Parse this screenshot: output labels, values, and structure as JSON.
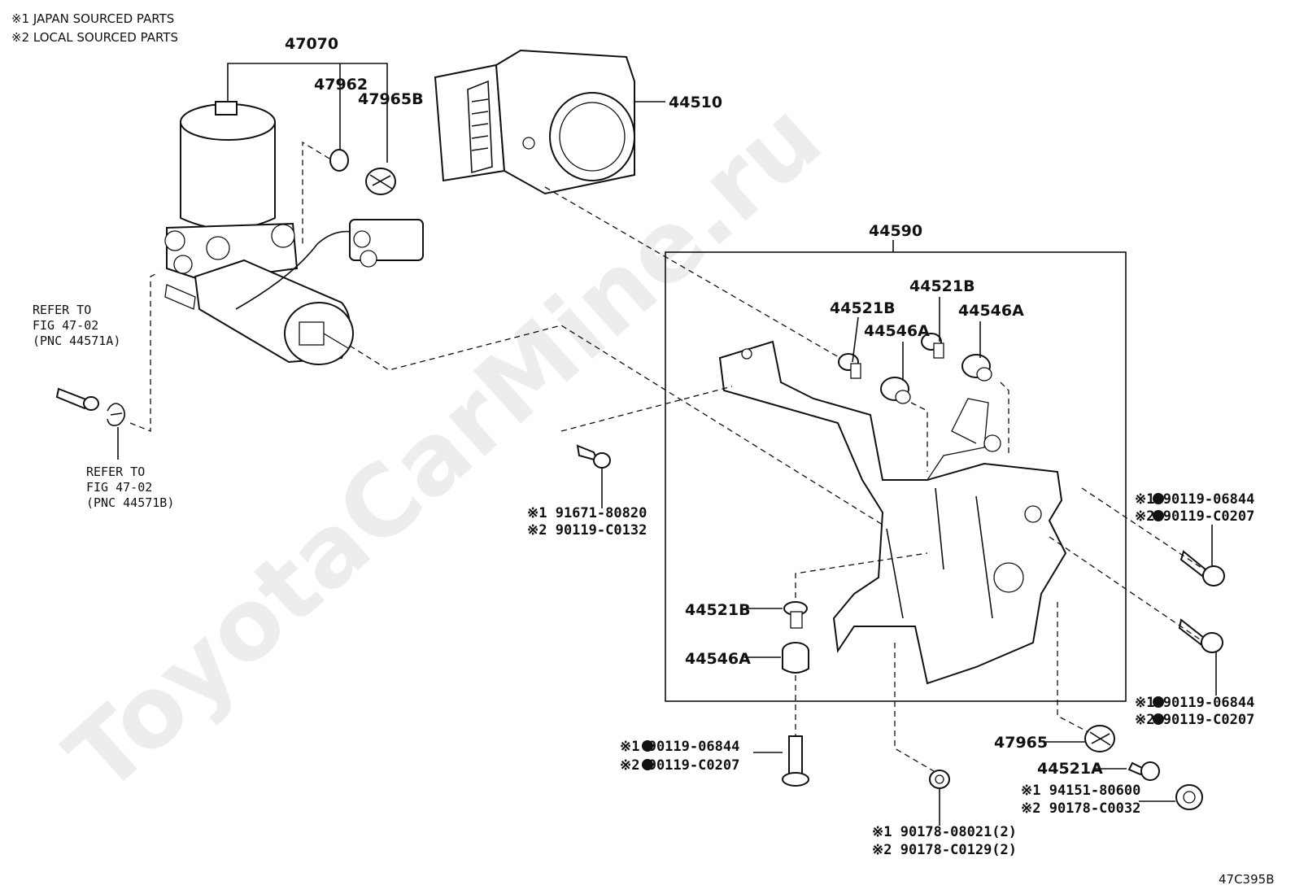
{
  "notes": {
    "japan_parts": "※1 JAPAN SOURCED PARTS",
    "local_parts": "※2 LOCAL SOURCED PARTS"
  },
  "watermark": "ToyotaCarMine.ru",
  "figure_code": "47C395B",
  "callouts": {
    "assy_47070": "47070",
    "p_47962": "47962",
    "p_47965b": "47965B",
    "p_44510": "44510",
    "p_44590": "44590",
    "p_44521b_a": "44521B",
    "p_44521b_b": "44521B",
    "p_44546a_a": "44546A",
    "p_44546a_b": "44546A",
    "p_44521b_c": "44521B",
    "p_44546a_c": "44546A",
    "p_47965": "47965",
    "p_44521a": "44521A"
  },
  "refer_a": {
    "line1": "REFER TO",
    "line2": "FIG 47-02",
    "line3": "(PNC 44571A)"
  },
  "refer_b": {
    "line1": "REFER TO",
    "line2": "FIG 47-02",
    "line3": "(PNC 44571B)"
  },
  "codes": {
    "bolt_left_1": "※1 91671-80820",
    "bolt_left_2": "※2 90119-C0132",
    "bolt_ur_1": "※1 90119-06844",
    "bolt_ur_2": "※2 90119-C0207",
    "bolt_mr_1": "※1 90119-06844",
    "bolt_mr_2": "※2 90119-C0207",
    "bolt_bot_1": "※1 90119-06844",
    "bolt_bot_2": "※2 90119-C0207",
    "nut_mid_1": "※1 90178-08021(2)",
    "nut_mid_2": "※2 90178-C0129(2)",
    "nut_right_1": "※1 94151-80600",
    "nut_right_2": "※2 90178-C0032"
  }
}
